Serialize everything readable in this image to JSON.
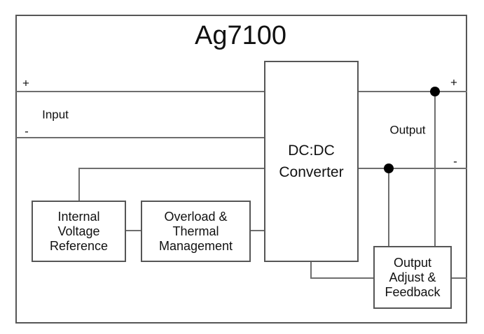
{
  "title": "Ag7100",
  "input": {
    "plus_label": "+",
    "minus_label": "-",
    "label": "Input"
  },
  "output": {
    "plus_label": "+",
    "minus_label": "-",
    "label": "Output"
  },
  "blocks": {
    "dcdc_converter": "DC:DC\nConverter",
    "internal_voltage_reference": "Internal\nVoltage\nReference",
    "overload_thermal_management": "Overload &\nThermal\nManagement",
    "output_adjust_feedback": "Output\nAdjust &\nFeedback"
  },
  "colors": {
    "line": "#6e6e6e",
    "border": "#565656",
    "junction_dot": "#000000",
    "text": "#111111",
    "background": "#ffffff"
  }
}
